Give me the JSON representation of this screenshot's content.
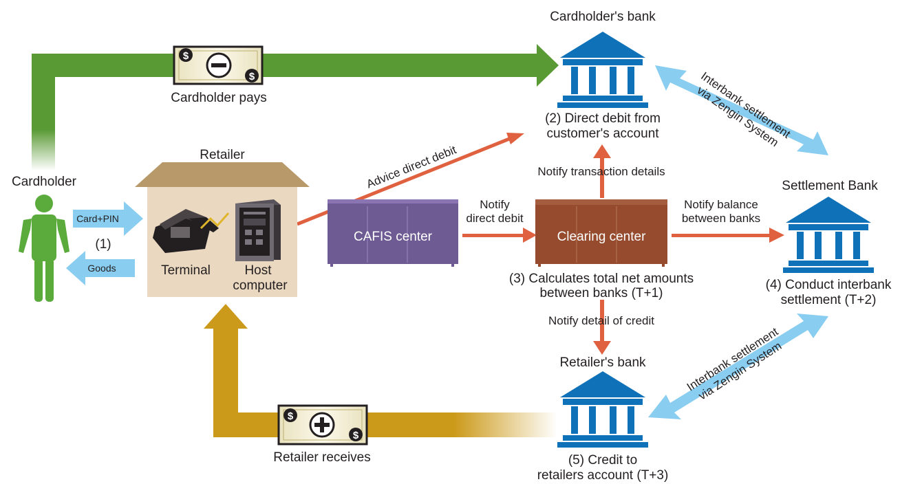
{
  "nodes": {
    "cardholder": "Cardholder",
    "retailer": "Retailer",
    "cardholders_bank": "Cardholder's bank",
    "settlement_bank": "Settlement Bank",
    "retailers_bank": "Retailer's bank",
    "cafis_center": "CAFIS center",
    "clearing_center": "Clearing center",
    "terminal": "Terminal",
    "host_computer_line1": "Host",
    "host_computer_line2": "computer"
  },
  "steps": {
    "step1": "(1)",
    "step2_line1": "(2) Direct debit from",
    "step2_line2": "customer's account",
    "step3_line1": "(3) Calculates total net amounts",
    "step3_line2": "between banks (T+1)",
    "step4_line1": "(4) Conduct interbank",
    "step4_line2": "settlement (T+2)",
    "step5_line1": "(5) Credit to",
    "step5_line2": "retailers account (T+3)"
  },
  "flows": {
    "card_pin": "Card+PIN",
    "goods": "Goods",
    "cardholder_pays": "Cardholder pays",
    "retailer_receives": "Retailer receives",
    "advice_direct_debit": "Advice direct debit",
    "notify_direct_debit_line1": "Notify",
    "notify_direct_debit_line2": "direct debit",
    "notify_transaction_details": "Notify transaction details",
    "notify_balance_line1": "Notify balance",
    "notify_balance_line2": "between banks",
    "notify_detail_of_credit": "Notify detail of credit",
    "interbank_top_line1": "Interbank settlement",
    "interbank_top_line2": "via Zengin System",
    "interbank_bottom_line1": "Interbank settlement",
    "interbank_bottom_line2": "via Zengin System"
  },
  "colors": {
    "green_flow": "#5a9a35",
    "gold_flow": "#cc9a1a",
    "orange_arrow": "#e0613f",
    "light_blue": "#89cdf0",
    "bank_blue": "#0f72b9",
    "person_green": "#5aaa3c",
    "cafis_purple": "#6e5b94",
    "clearing_brown": "#964b2e",
    "retailer_roof": "#b89a6a",
    "retailer_wall": "#ead9c0"
  },
  "icons": {
    "bank": "bank-building-icon",
    "person": "person-icon",
    "bill_minus": "banknote-minus-icon",
    "bill_plus": "banknote-plus-icon",
    "phone": "telephone-terminal-icon",
    "server": "host-server-icon"
  }
}
